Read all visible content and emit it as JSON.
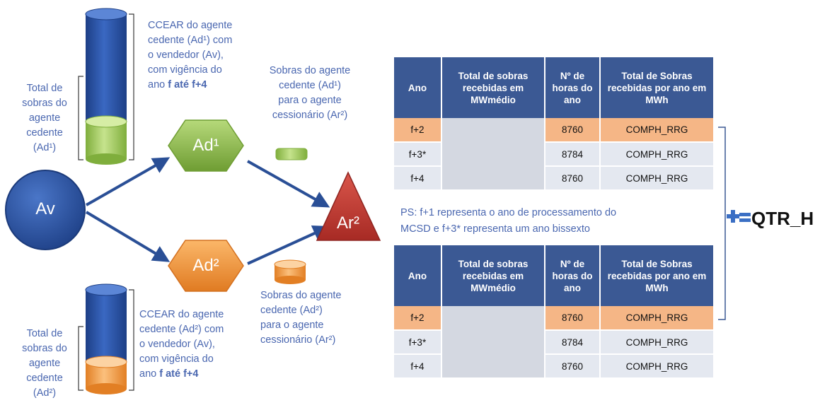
{
  "nodes": {
    "av": "Av",
    "ad1": "Ad¹",
    "ad2": "Ad²",
    "ar2": "Ar²"
  },
  "labels": {
    "total_top": [
      "Total de",
      "sobras do",
      "agente",
      "cedente",
      "(Ad¹)"
    ],
    "ccear_top": [
      "CCEAR do agente",
      "cedente (Ad¹) com",
      "o vendedor  (Av),",
      "com vigência do"
    ],
    "ccear_top_last_prefix": "ano ",
    "ccear_top_last_bold": "f até f+4",
    "sobras_top": [
      "Sobras do agente",
      "cedente (Ad¹)",
      "para o agente",
      "cessionário (Ar²)"
    ],
    "sobras_bottom": [
      "Sobras do agente",
      "cedente (Ad²)",
      "para o agente",
      "cessionário (Ar²)"
    ],
    "ccear_bottom": [
      "CCEAR do agente",
      "cedente (Ad²) com",
      "o vendedor  (Av),",
      "com vigência do"
    ],
    "ccear_bottom_last_prefix": "ano ",
    "ccear_bottom_last_bold": "f até f+4",
    "total_bottom": [
      "Total de",
      "sobras do",
      "agente",
      "cedente",
      "(Ad²)"
    ]
  },
  "table_headers": [
    "Ano",
    "Total de sobras recebidas em MWmédio",
    "Nº de horas do ano",
    "Total de Sobras recebidas por ano em MWh"
  ],
  "table_top": [
    {
      "ano": "f+2",
      "horas": "8760",
      "total": "COMPH_RRG"
    },
    {
      "ano": "f+3*",
      "horas": "8784",
      "total": "COMPH_RRG"
    },
    {
      "ano": "f+4",
      "horas": "8760",
      "total": "COMPH_RRG"
    }
  ],
  "table_bottom": [
    {
      "ano": "f+2",
      "horas": "8760",
      "total": "COMPH_RRG"
    },
    {
      "ano": "f+3*",
      "horas": "8784",
      "total": "COMPH_RRG"
    },
    {
      "ano": "f+4",
      "horas": "8760",
      "total": "COMPH_RRG"
    }
  ],
  "ps_note": [
    "PS: f+1 representa o ano de processamento do",
    "MCSD e f+3* representa um ano bissexto"
  ],
  "result": "QTR_H",
  "colors": {
    "blue": "#2a4f96",
    "green": "#8fbf4a",
    "orange": "#f39a3e",
    "red": "#c33a33",
    "header": "#3b5994",
    "label": "#4a67b0"
  }
}
